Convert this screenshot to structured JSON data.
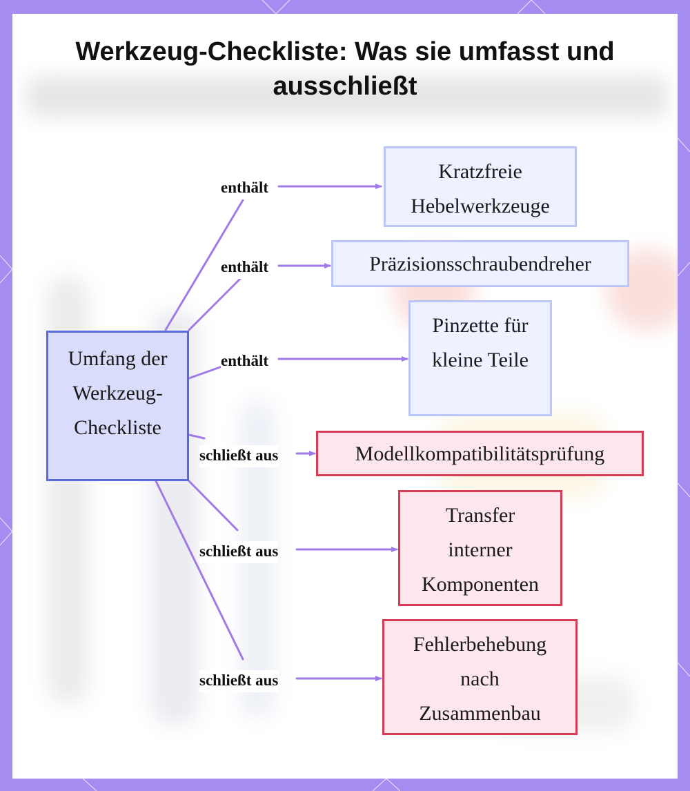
{
  "diagram": {
    "title": "Werkzeug-Checkliste: Was sie umfasst und ausschließt",
    "root": {
      "label_lines": [
        "Umfang der",
        "Werkzeug-",
        "Checkliste"
      ]
    },
    "includes": [
      {
        "label_lines": [
          "Kratzfreie",
          "Hebelwerkzeuge"
        ],
        "edge_label": "enthält"
      },
      {
        "label_lines": [
          "Präzisionsschraubendreher"
        ],
        "edge_label": "enthält"
      },
      {
        "label_lines": [
          "Pinzette für",
          "kleine Teile"
        ],
        "edge_label": "enthält"
      }
    ],
    "excludes": [
      {
        "label_lines": [
          "Modellkompatibilitätsprüfung"
        ],
        "edge_label": "schließt aus"
      },
      {
        "label_lines": [
          "Transfer",
          "interner",
          "Komponenten"
        ],
        "edge_label": "schließt aus"
      },
      {
        "label_lines": [
          "Fehlerbehebung",
          "nach",
          "Zusammenbau"
        ],
        "edge_label": "schließt aus"
      }
    ],
    "colors": {
      "frame": "#a48cf0",
      "edge": "#a07ae6",
      "root_fill": "#d9dcfb",
      "root_border": "#5a6ad8",
      "include_fill": "#eef1ff",
      "include_border": "#bcc7f7",
      "exclude_fill": "#fde7ec",
      "exclude_border": "#d63c55"
    }
  }
}
